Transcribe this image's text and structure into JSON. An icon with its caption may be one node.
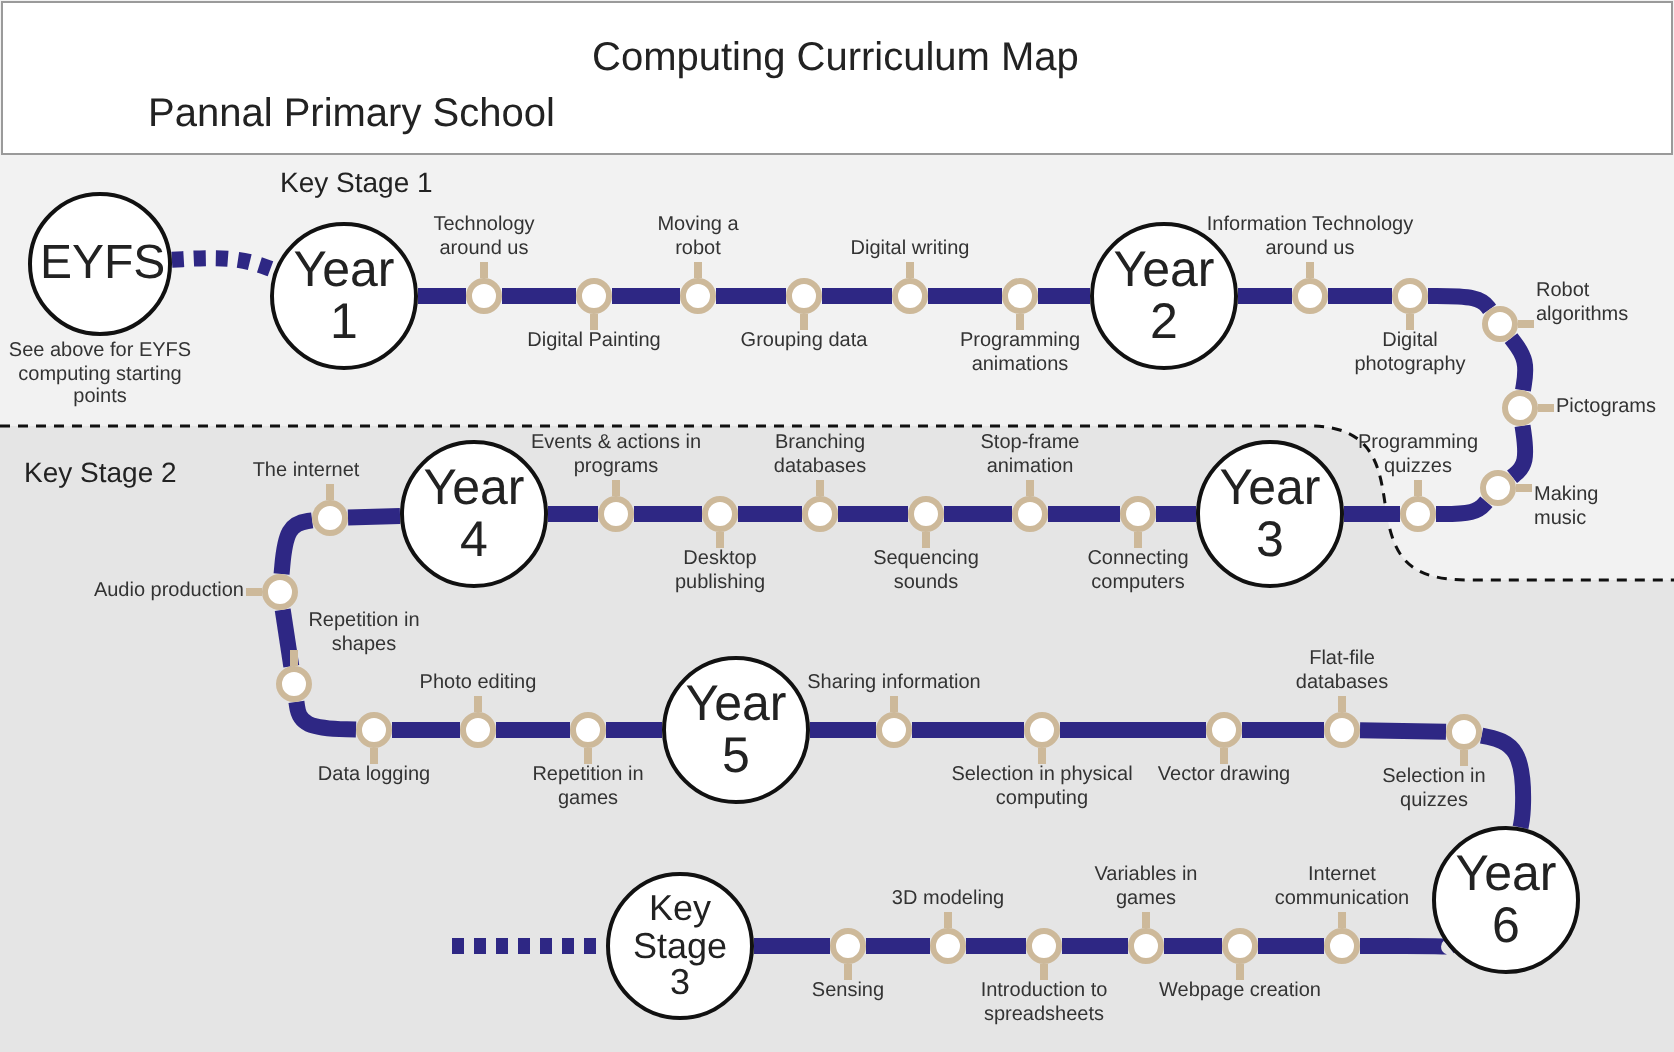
{
  "diagram": {
    "title": "Computing Curriculum Map",
    "nodes": [
      {
        "text": [
          "EYFS"
        ],
        "beside": [
          "See above for EYFS computing starting points"
        ]
      },
      {
        "text": [
          "Year 1"
        ]
      },
      {
        "text": [
          "Technology around us"
        ]
      },
      {
        "text": [
          "Digital Painting"
        ]
      },
      {
        "text": [
          "Moving a robot"
        ]
      },
      {
        "text": [
          "Grouping data"
        ]
      },
      {
        "text": [
          "Digital writing"
        ]
      },
      {
        "text": [
          "Programming animations"
        ]
      },
      {
        "text": [
          "Year 2"
        ]
      },
      {
        "text": [
          "Information Technology around us"
        ]
      },
      {
        "text": [
          "Digital photography"
        ]
      },
      {
        "text": [
          "Robot algorithms"
        ]
      },
      {
        "text": [
          "Pictograms"
        ]
      },
      {
        "text": [
          "Making music"
        ]
      },
      {
        "text": [
          "Programming quizzes"
        ]
      },
      {
        "text": [
          "Year 3"
        ]
      },
      {
        "text": [
          "Connecting computers"
        ]
      },
      {
        "text": [
          "Stop-frame animation"
        ]
      },
      {
        "text": [
          "Sequencing sounds"
        ]
      },
      {
        "text": [
          "Branching databases"
        ]
      },
      {
        "text": [
          "Desktop publishing"
        ]
      },
      {
        "text": [
          "Events & actions in programs"
        ]
      },
      {
        "text": [
          "Year 4"
        ]
      },
      {
        "text": [
          "The internet"
        ]
      },
      {
        "text": [
          "Audio production"
        ]
      },
      {
        "text": [
          "Repetition in shapes"
        ]
      },
      {
        "text": [
          "Data logging"
        ]
      },
      {
        "text": [
          "Photo editing"
        ]
      },
      {
        "text": [
          "Repetition in games"
        ]
      },
      {
        "text": [
          "Year 5"
        ]
      },
      {
        "text": [
          "Sharing information"
        ]
      },
      {
        "text": [
          "Selection in physical computing"
        ]
      },
      {
        "text": [
          "Vector drawing"
        ]
      },
      {
        "text": [
          "Flat-file databases"
        ]
      },
      {
        "text": [
          "Selection in quizzes"
        ]
      },
      {
        "text": [
          "Year 6"
        ]
      },
      {
        "text": [
          "Internet communication"
        ]
      },
      {
        "text": [
          "Webpage creation"
        ]
      },
      {
        "text": [
          "Variables in games"
        ]
      },
      {
        "text": [
          "Introduction to spreadsheets"
        ]
      },
      {
        "text": [
          "3D modeling"
        ]
      },
      {
        "text": [
          "Sensing"
        ]
      },
      {
        "text": [
          "Key Stage 3"
        ]
      }
    ],
    "edges": [
      {
        "from": 0,
        "to": 1,
        "arrow": "none",
        "style": "dashed"
      },
      {
        "from": 1,
        "to": 2,
        "arrow": "none"
      },
      {
        "from": 2,
        "to": 3,
        "arrow": "none"
      },
      {
        "from": 3,
        "to": 4,
        "arrow": "none"
      },
      {
        "from": 4,
        "to": 5,
        "arrow": "none"
      },
      {
        "from": 5,
        "to": 6,
        "arrow": "none"
      },
      {
        "from": 6,
        "to": 7,
        "arrow": "none"
      },
      {
        "from": 7,
        "to": 8,
        "arrow": "none"
      },
      {
        "from": 8,
        "to": 9,
        "arrow": "none"
      },
      {
        "from": 9,
        "to": 10,
        "arrow": "none"
      },
      {
        "from": 10,
        "to": 11,
        "arrow": "none"
      },
      {
        "from": 11,
        "to": 12,
        "arrow": "none"
      },
      {
        "from": 12,
        "to": 13,
        "arrow": "none"
      },
      {
        "from": 13,
        "to": 14,
        "arrow": "none"
      },
      {
        "from": 14,
        "to": 15,
        "arrow": "none"
      },
      {
        "from": 15,
        "to": 16,
        "arrow": "none"
      },
      {
        "from": 16,
        "to": 17,
        "arrow": "none"
      },
      {
        "from": 17,
        "to": 18,
        "arrow": "none"
      },
      {
        "from": 18,
        "to": 19,
        "arrow": "none"
      },
      {
        "from": 19,
        "to": 20,
        "arrow": "none"
      },
      {
        "from": 20,
        "to": 21,
        "arrow": "none"
      },
      {
        "from": 21,
        "to": 22,
        "arrow": "none"
      },
      {
        "from": 22,
        "to": 23,
        "arrow": "none"
      },
      {
        "from": 23,
        "to": 24,
        "arrow": "none"
      },
      {
        "from": 24,
        "to": 25,
        "arrow": "none"
      },
      {
        "from": 25,
        "to": 26,
        "arrow": "none"
      },
      {
        "from": 26,
        "to": 27,
        "arrow": "none"
      },
      {
        "from": 27,
        "to": 28,
        "arrow": "none"
      },
      {
        "from": 28,
        "to": 29,
        "arrow": "none"
      },
      {
        "from": 29,
        "to": 30,
        "arrow": "none"
      },
      {
        "from": 30,
        "to": 31,
        "arrow": "none"
      },
      {
        "from": 31,
        "to": 32,
        "arrow": "none"
      },
      {
        "from": 32,
        "to": 33,
        "arrow": "none"
      },
      {
        "from": 33,
        "to": 34,
        "arrow": "none"
      },
      {
        "from": 34,
        "to": 35,
        "arrow": "none"
      },
      {
        "from": 35,
        "to": 36,
        "arrow": "none"
      },
      {
        "from": 36,
        "to": 37,
        "arrow": "none"
      },
      {
        "from": 37,
        "to": 38,
        "arrow": "none"
      },
      {
        "from": 38,
        "to": 39,
        "arrow": "none"
      },
      {
        "from": 39,
        "to": 40,
        "arrow": "none"
      },
      {
        "from": 40,
        "to": 41,
        "arrow": "none"
      },
      {
        "from": 41,
        "to": 42,
        "arrow": "none"
      },
      {
        "from": null,
        "to": 42,
        "arrow": "none",
        "style": "dashed"
      }
    ],
    "labels": [
      "Pannal Primary School",
      "Key Stage 1",
      "Key Stage 2"
    ]
  }
}
